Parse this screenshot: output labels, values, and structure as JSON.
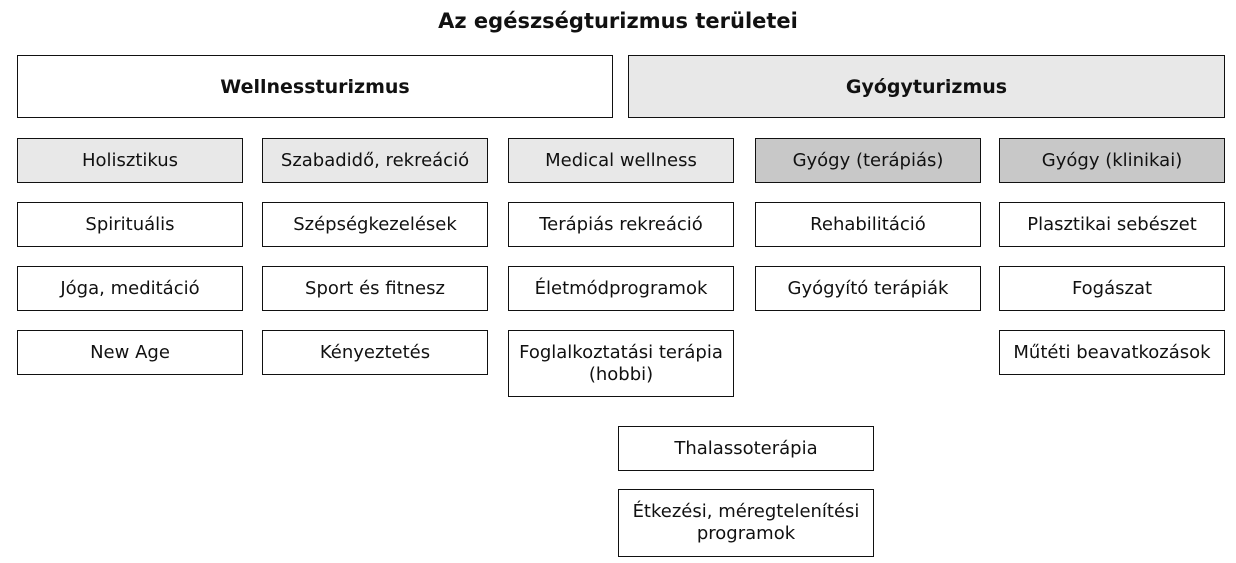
{
  "title": "Az egészségturizmus területei",
  "branches": {
    "wellness": "Wellnessturizmus",
    "medical": "Gyógyturizmus"
  },
  "columns": [
    {
      "header": "Holisztikus",
      "items": [
        "Spirituális",
        "Jóga, meditáció",
        "New Age"
      ]
    },
    {
      "header": "Szabadidő, rekreáció",
      "items": [
        "Szépségkezelések",
        "Sport és fitnesz",
        "Kényeztetés"
      ]
    },
    {
      "header": "Medical wellness",
      "items": [
        "Terápiás rekreáció",
        "Életmódprogramok",
        "Foglalkoztatási terápia (hobbi)"
      ]
    },
    {
      "header": "Gyógy (terápiás)",
      "items": [
        "Rehabilitáció",
        "Gyógyító terápiák"
      ]
    },
    {
      "header": "Gyógy (klinikai)",
      "items": [
        "Plasztikai sebészet",
        "Fogászat",
        "Műtéti beavatkozások"
      ]
    }
  ],
  "shared": [
    "Thalassoterápia",
    "Étkezési, méregtelenítési programok"
  ],
  "colors": {
    "light_fill": "#e8e8e8",
    "dark_fill": "#c8c8c8",
    "border": "#111111"
  }
}
